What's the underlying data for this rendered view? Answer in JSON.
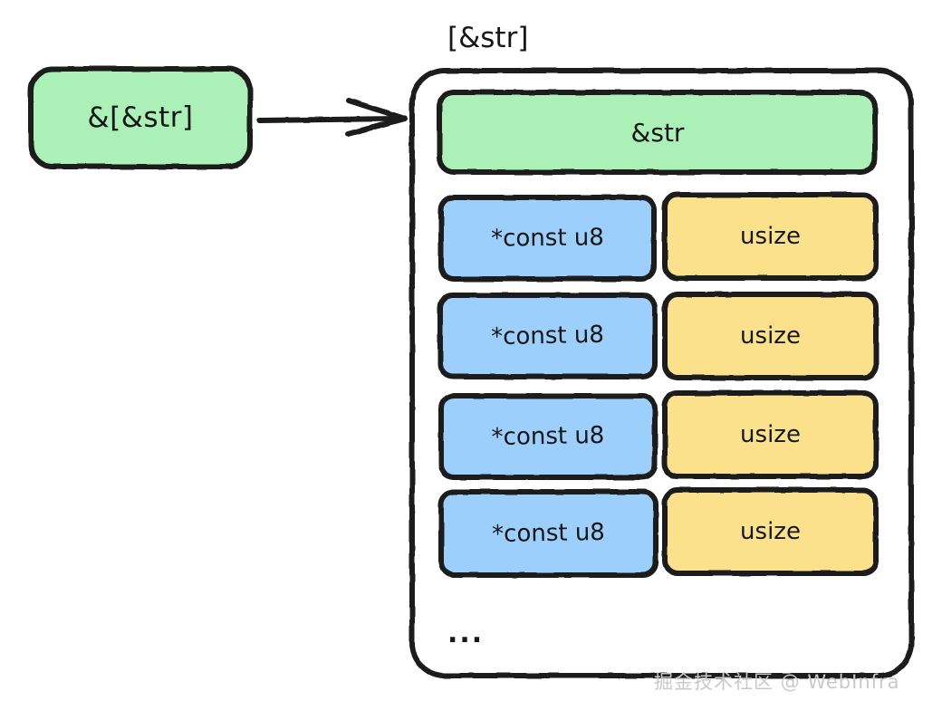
{
  "diagram": {
    "title": "[&str]",
    "background_color": "#ffffff",
    "stroke_color": "#1b1b1b",
    "source_node": {
      "label": "&[&str]",
      "fill": "#abf0b7"
    },
    "arrow": {
      "name": "points-to-arrow",
      "direction": "right"
    },
    "slice_container": {
      "label": "[&str]",
      "fill": "#ffffff",
      "header": {
        "label": "&str",
        "fill": "#abf0b7"
      },
      "rows": [
        {
          "pointer": "*const u8",
          "length": "usize"
        },
        {
          "pointer": "*const u8",
          "length": "usize"
        },
        {
          "pointer": "*const u8",
          "length": "usize"
        },
        {
          "pointer": "*const u8",
          "length": "usize"
        }
      ],
      "ellipsis": "...",
      "pointer_fill": "#9ccffb",
      "length_fill": "#fbe18c"
    }
  },
  "watermark": {
    "text": "掘金技术社区 @ WebInfra",
    "color": "#c9c9c9"
  }
}
